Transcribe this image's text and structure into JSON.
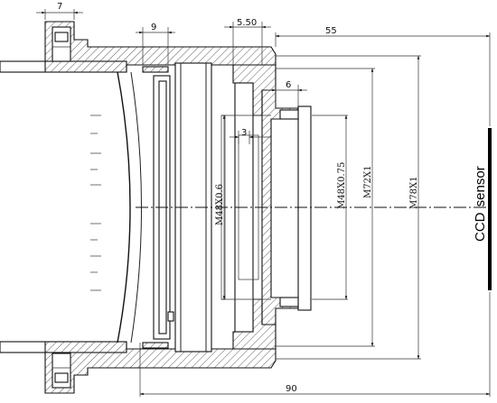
{
  "dimensions": {
    "top_flange_width": "7",
    "lens_barrel_width": "9",
    "spacer_width": "5.50",
    "back_length": "55",
    "mount_depth": "6",
    "inner_gap": "3",
    "total_length": "90",
    "thread_m48x06": "M48X0.6",
    "thread_m48x075": "M48X0.75",
    "thread_m72x1": "M72X1",
    "thread_m78x1": "M78X1"
  },
  "sensor": {
    "label_ccd": "CCD",
    "label_sensor": "sensor"
  }
}
